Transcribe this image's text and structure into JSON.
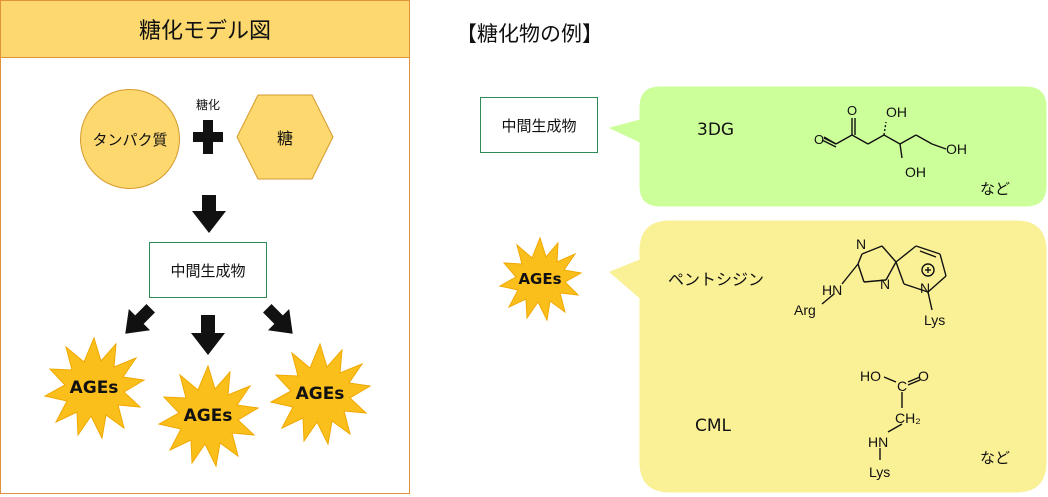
{
  "left_panel": {
    "title": "糖化モデル図",
    "protein_label": "タンパク質",
    "glycation_label": "糖化",
    "sugar_label": "糖",
    "intermediate_label": "中間生成物",
    "ages_labels": [
      "AGEs",
      "AGEs",
      "AGEs"
    ]
  },
  "right_panel": {
    "heading": "【糖化物の例】",
    "intermediate_label": "中間生成物",
    "ages_label": "AGEs",
    "intermediate_example": {
      "name": "3DG",
      "oh_labels": [
        "OH",
        "OH",
        "OH"
      ],
      "suffix": "など"
    },
    "ages_examples": {
      "pentosidine": {
        "name": "ペントシジン",
        "atoms": [
          "N",
          "N",
          "N",
          "HN",
          "Arg",
          "Lys"
        ]
      },
      "cml": {
        "name": "CML",
        "atoms": [
          "HO",
          "C",
          "O",
          "CH₂",
          "HN",
          "Lys"
        ]
      },
      "suffix": "など"
    }
  },
  "colors": {
    "title_fill": "#fcd86f",
    "border_orange": "#e2923a",
    "box_border": "#2e8b57",
    "burst_fill": "#fbbf1c",
    "green_bubble": "#ccff99",
    "yellow_bubble": "#faf096"
  }
}
